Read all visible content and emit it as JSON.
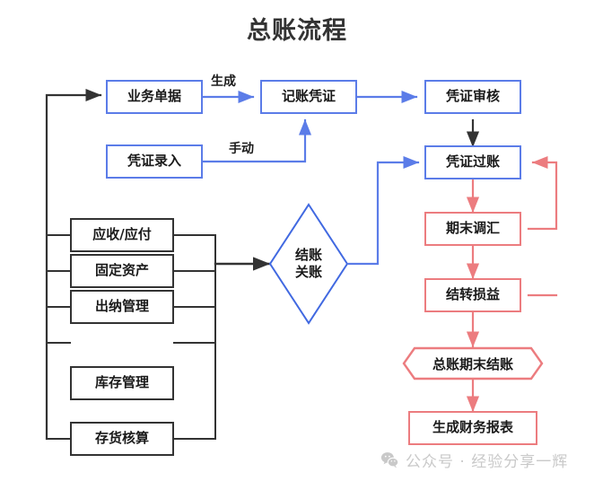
{
  "title": "总账流程",
  "colors": {
    "blue": "#5b7ce8",
    "red": "#ec7c7f",
    "black": "#333333",
    "text": "#1a1a1a",
    "watermark": "#c9c9c9"
  },
  "nodes": {
    "business_document": {
      "label": "业务单据",
      "style": "blue-rect"
    },
    "accounting_voucher": {
      "label": "记账凭证",
      "style": "blue-rect"
    },
    "voucher_review": {
      "label": "凭证审核",
      "style": "blue-rect"
    },
    "voucher_entry": {
      "label": "凭证录入",
      "style": "blue-rect"
    },
    "voucher_posting": {
      "label": "凭证过账",
      "style": "blue-rect"
    },
    "period_end_fx": {
      "label": "期末调汇",
      "style": "red-rect"
    },
    "carry_forward_pl": {
      "label": "结转损益",
      "style": "red-rect"
    },
    "gl_period_close": {
      "label": "总账期末结账",
      "style": "red-hexagon"
    },
    "generate_reports": {
      "label": "生成财务报表",
      "style": "red-rect"
    },
    "close_period": {
      "label": "结账\n关账",
      "style": "blue-diamond"
    }
  },
  "modules": [
    {
      "label": "应收/应付"
    },
    {
      "label": "固定资产"
    },
    {
      "label": "出纳管理"
    },
    {
      "label": "库存管理"
    },
    {
      "label": "存货核算"
    }
  ],
  "edge_labels": {
    "generate": "生成",
    "manual": "手动"
  },
  "watermark": {
    "icon": "wechat-icon",
    "text": "公众号 · 经验分享一辉"
  }
}
